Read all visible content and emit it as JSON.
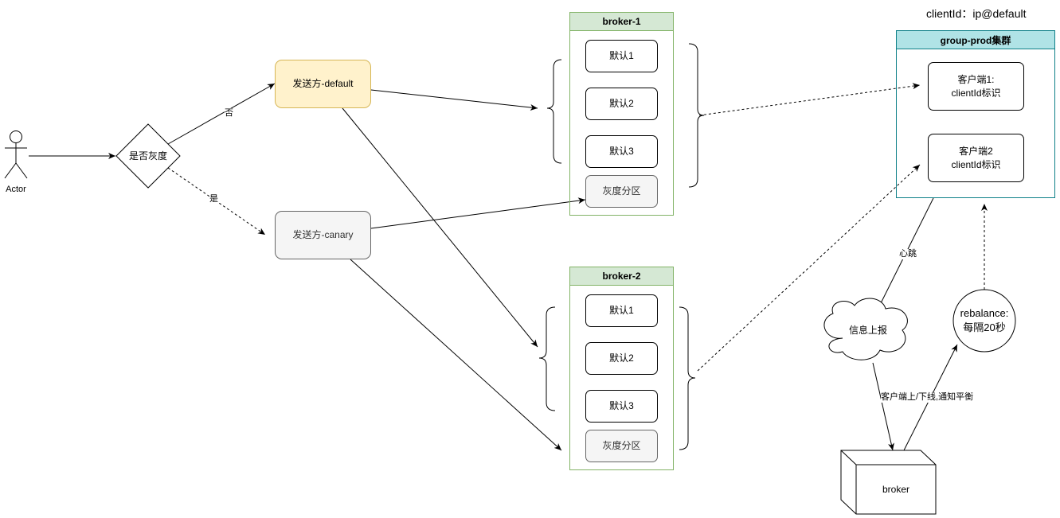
{
  "top_note": "clientId：ip@default",
  "actor": {
    "label": "Actor"
  },
  "decision": {
    "label": "是否灰度"
  },
  "edges": {
    "no": "否",
    "yes": "是",
    "heartbeat": "心跳",
    "client_notify": "客户端上/下线,通知平衡"
  },
  "producers": {
    "default": "发送方-default",
    "canary": "发送方-canary"
  },
  "brokers": [
    {
      "title": "broker-1",
      "items": [
        "默认1",
        "默认2",
        "默认3"
      ],
      "gray_label": "灰度分区"
    },
    {
      "title": "broker-2",
      "items": [
        "默认1",
        "默认2",
        "默认3"
      ],
      "gray_label": "灰度分区"
    }
  ],
  "group": {
    "title": "group-prod集群",
    "clients": [
      "客户端1:\nclientId标识",
      "客户端2\nclientId标识"
    ]
  },
  "cloud": {
    "label": "信息上报"
  },
  "rebalance": {
    "label": "rebalance:\n每隔20秒"
  },
  "broker_box": {
    "label": "broker"
  }
}
